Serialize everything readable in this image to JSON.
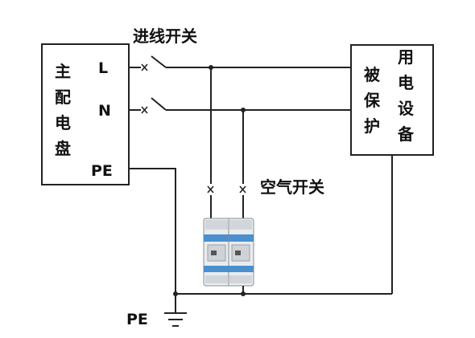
{
  "switch_label": "进线开关",
  "air_switch_label": "空气开关",
  "main_panel": {
    "chars": [
      "主",
      "配",
      "电",
      "盘"
    ],
    "terminals": [
      "L",
      "N",
      "PE"
    ]
  },
  "equipment": {
    "chars_right": [
      "用",
      "电",
      "设",
      "备"
    ],
    "chars_left": [
      "被",
      "保",
      "护"
    ]
  },
  "ground_label": "PE",
  "colors": {
    "wire": "#222222",
    "spd_body": "#e9ecef",
    "spd_blue": "#4a8fd0"
  }
}
